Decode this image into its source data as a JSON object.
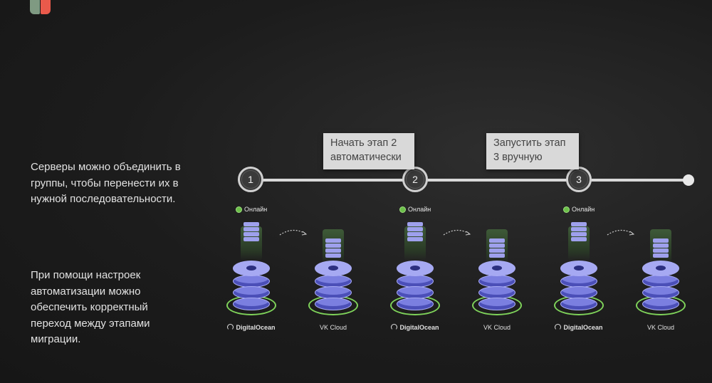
{
  "left_text": {
    "paragraph1": "Серверы можно объединить в группы, чтобы перенести их в нужной последовательности.",
    "paragraph2": "При помощи настроек автоматизации можно обеспечить корректный переход между этапами миграции."
  },
  "timeline": {
    "steps": [
      "1",
      "2",
      "3"
    ],
    "tooltips": [
      "Начать этап 2 автоматически",
      "Запустить этап 3 вручную"
    ]
  },
  "groups": [
    {
      "status": "Онлайн",
      "source": "DigitalOcean",
      "target": "VK Cloud",
      "os_icon": "windows-icon"
    },
    {
      "status": "Онлайн",
      "source": "DigitalOcean",
      "target": "VK Cloud",
      "os_icon": "redhat-icon"
    },
    {
      "status": "Онлайн",
      "source": "DigitalOcean",
      "target": "VK Cloud",
      "os_icon": "cluster-icon"
    }
  ],
  "colors": {
    "accent_green": "#6cc04a",
    "disk": "#7b7fe0",
    "logo_green": "#7f9a82",
    "logo_red": "#ea5a4b"
  }
}
